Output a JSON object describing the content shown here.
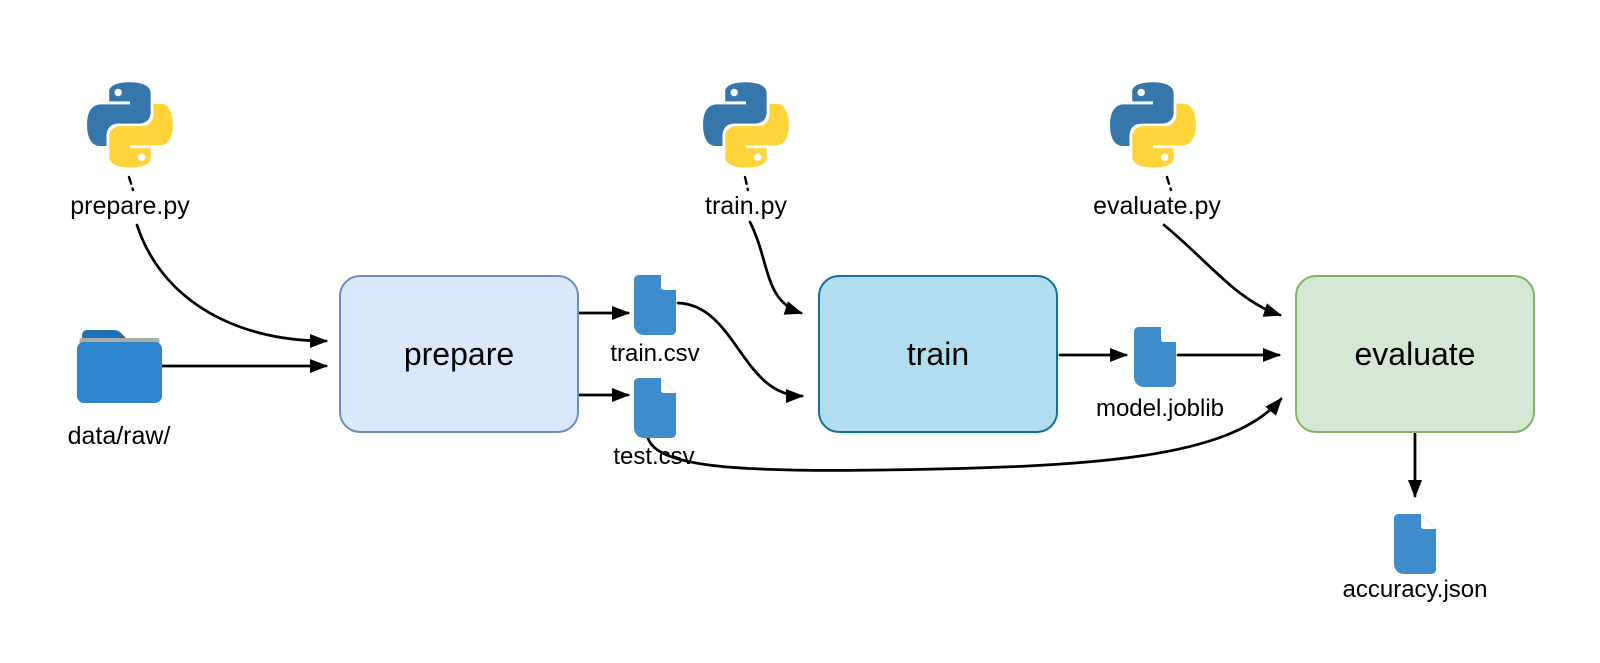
{
  "diagram_title": "ml-pipeline-dvc-stages",
  "scripts": [
    {
      "label": "prepare.py",
      "icon": "python-logo-icon"
    },
    {
      "label": "train.py",
      "icon": "python-logo-icon"
    },
    {
      "label": "evaluate.py",
      "icon": "python-logo-icon"
    }
  ],
  "stages": [
    {
      "label": "prepare",
      "fill": "#dae8fc",
      "stroke": "#6c8ebf"
    },
    {
      "label": "train",
      "fill": "#b1ddf0",
      "stroke": "#10739e"
    },
    {
      "label": "evaluate",
      "fill": "#d5e8d4",
      "stroke": "#82b366"
    }
  ],
  "artifacts": [
    {
      "label": "data/raw/",
      "icon": "folder-icon"
    },
    {
      "label": "train.csv",
      "icon": "file-icon"
    },
    {
      "label": "test.csv",
      "icon": "file-icon"
    },
    {
      "label": "model.joblib",
      "icon": "file-icon"
    },
    {
      "label": "accuracy.json",
      "icon": "file-icon"
    }
  ],
  "edges": [
    {
      "from": "prepare.py",
      "to": "prepare",
      "style": "curved-arrow"
    },
    {
      "from": "data/raw/",
      "to": "prepare",
      "style": "straight-arrow"
    },
    {
      "from": "prepare",
      "to": "train.csv",
      "style": "straight-arrow"
    },
    {
      "from": "prepare",
      "to": "test.csv",
      "style": "straight-arrow"
    },
    {
      "from": "train.csv",
      "to": "train",
      "style": "curved-arrow"
    },
    {
      "from": "train.py",
      "to": "train",
      "style": "curved-arrow"
    },
    {
      "from": "train",
      "to": "model.joblib",
      "style": "straight-arrow"
    },
    {
      "from": "model.joblib",
      "to": "evaluate",
      "style": "straight-arrow"
    },
    {
      "from": "evaluate.py",
      "to": "evaluate",
      "style": "curved-arrow"
    },
    {
      "from": "test.csv",
      "to": "evaluate",
      "style": "curved-arrow"
    },
    {
      "from": "evaluate",
      "to": "accuracy.json",
      "style": "straight-arrow"
    }
  ],
  "colors": {
    "arrow": "#000000",
    "python_blue": "#3776ab",
    "python_yellow": "#ffd43b",
    "file_blue": "#3e8ccb",
    "folder_blue": "#2e86cf",
    "folder_tab_blue": "#1f71b3",
    "folder_stripe_gray": "#ababab",
    "label_text": "#000000",
    "background": "#ffffff"
  }
}
